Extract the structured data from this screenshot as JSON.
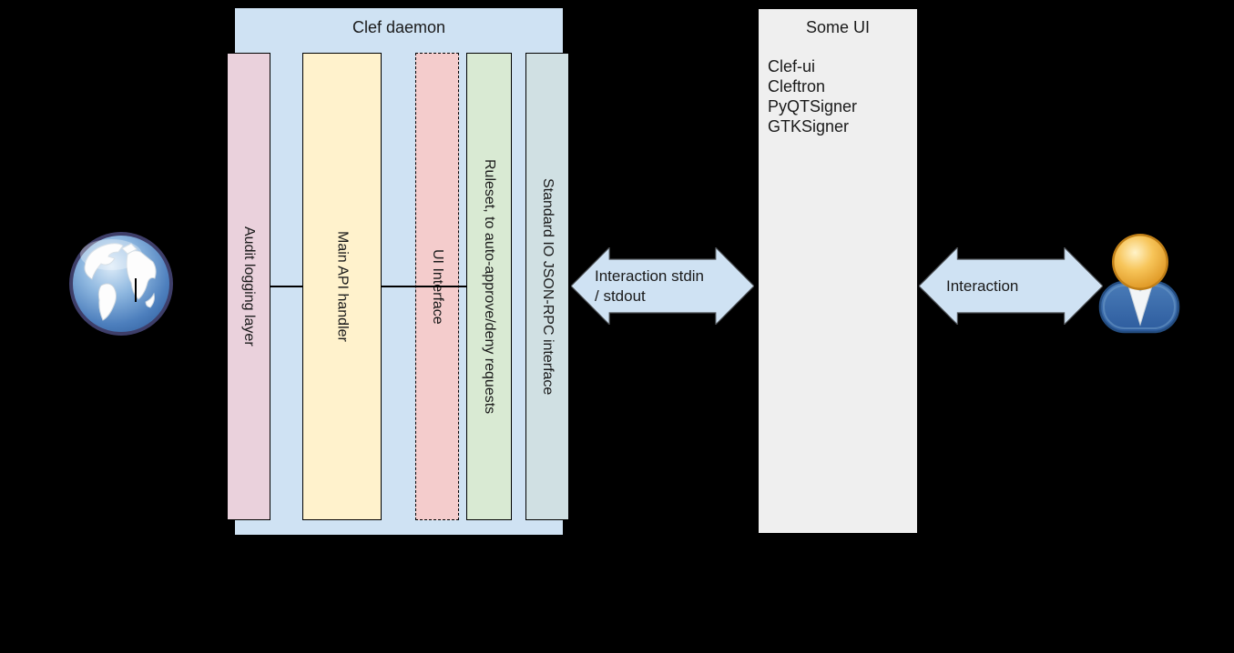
{
  "diagram": {
    "background_color": "#000000",
    "clef_daemon": {
      "title": "Clef daemon",
      "fill": "#cfe2f3",
      "columns": [
        {
          "label": "Audit logging layer",
          "fill": "#ead1dc",
          "border_style": "solid"
        },
        {
          "label": "Main API handler",
          "fill": "#fff2cc",
          "border_style": "solid"
        },
        {
          "label": "UI Interface",
          "fill": "#f4cccc",
          "border_style": "dashed"
        },
        {
          "label": "Ruleset, to auto-approve/deny requests",
          "fill": "#d9ead3",
          "border_style": "solid"
        },
        {
          "label": "Standard IO JSON-RPC interface",
          "fill": "#d0e0e3",
          "border_style": "solid"
        }
      ]
    },
    "some_ui": {
      "title": "Some UI",
      "fill": "#efefef",
      "items": [
        "Clef-ui",
        "Cleftron",
        "PyQTSigner",
        "GTKSigner"
      ]
    },
    "arrow_left": {
      "label_line1": "Interaction stdin",
      "label_line2": "/ stdout",
      "fill": "#cfe2f3",
      "direction": "bidirectional"
    },
    "arrow_right": {
      "label": "Interaction",
      "fill": "#cfe2f3",
      "direction": "bidirectional"
    },
    "icons": {
      "left": "globe-internet-icon",
      "right": "user-person-icon"
    }
  }
}
